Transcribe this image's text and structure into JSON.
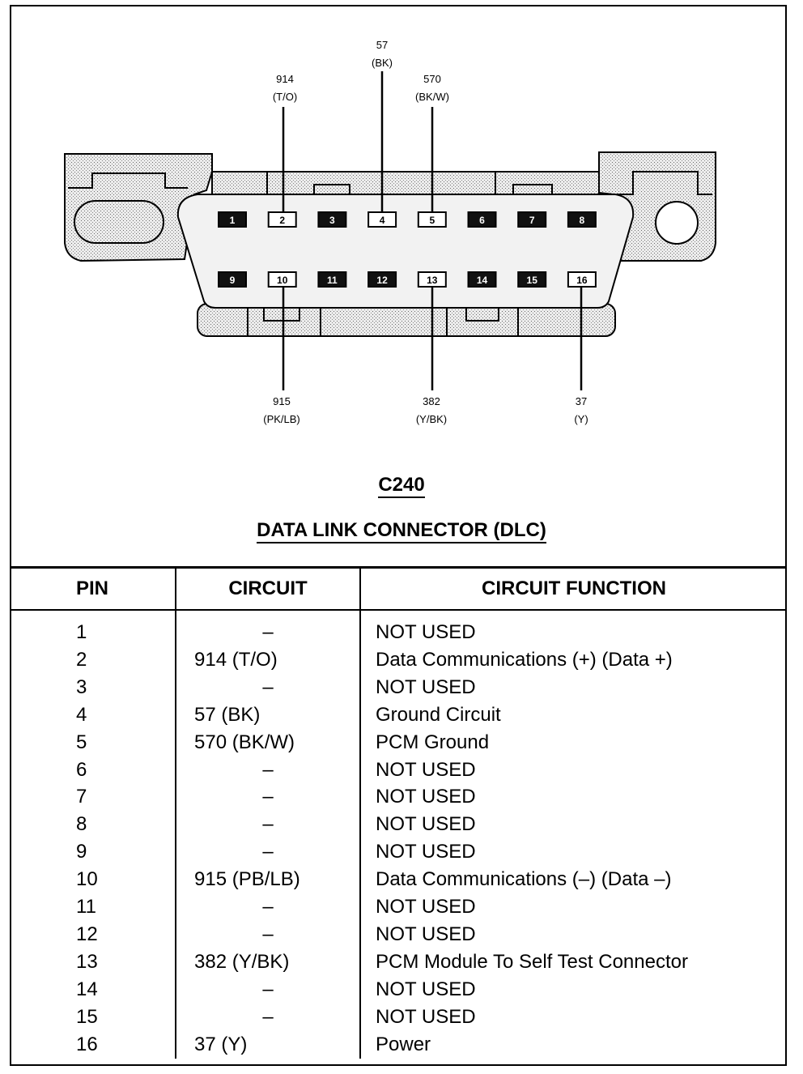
{
  "connector": {
    "id": "C240",
    "title": "DATA LINK CONNECTOR (DLC)",
    "top_row_pins": [
      "1",
      "2",
      "3",
      "4",
      "5",
      "6",
      "7",
      "8"
    ],
    "bottom_row_pins": [
      "9",
      "10",
      "11",
      "12",
      "13",
      "14",
      "15",
      "16"
    ],
    "used_pins": [
      "2",
      "4",
      "5",
      "10",
      "13",
      "16"
    ]
  },
  "wires": {
    "w57": {
      "circuit": "57",
      "color": "(BK)"
    },
    "w914": {
      "circuit": "914",
      "color": "(T/O)"
    },
    "w570": {
      "circuit": "570",
      "color": "(BK/W)"
    },
    "w915": {
      "circuit": "915",
      "color": "(PK/LB)"
    },
    "w382": {
      "circuit": "382",
      "color": "(Y/BK)"
    },
    "w37": {
      "circuit": "37",
      "color": "(Y)"
    }
  },
  "table": {
    "headers": [
      "PIN",
      "CIRCUIT",
      "CIRCUIT FUNCTION"
    ],
    "rows": [
      {
        "pin": "1",
        "circuit": "–",
        "function": "NOT USED"
      },
      {
        "pin": "2",
        "circuit": "914 (T/O)",
        "function": "Data Communications (+) (Data +)"
      },
      {
        "pin": "3",
        "circuit": "–",
        "function": "NOT USED"
      },
      {
        "pin": "4",
        "circuit": "57 (BK)",
        "function": "Ground Circuit"
      },
      {
        "pin": "5",
        "circuit": "570 (BK/W)",
        "function": "PCM Ground"
      },
      {
        "pin": "6",
        "circuit": "–",
        "function": "NOT USED"
      },
      {
        "pin": "7",
        "circuit": "–",
        "function": "NOT USED"
      },
      {
        "pin": "8",
        "circuit": "–",
        "function": "NOT USED"
      },
      {
        "pin": "9",
        "circuit": "–",
        "function": "NOT USED"
      },
      {
        "pin": "10",
        "circuit": "915 (PB/LB)",
        "function": "Data Communications (–) (Data –)"
      },
      {
        "pin": "11",
        "circuit": "–",
        "function": "NOT USED"
      },
      {
        "pin": "12",
        "circuit": "–",
        "function": "NOT USED"
      },
      {
        "pin": "13",
        "circuit": "382 (Y/BK)",
        "function": "PCM Module To Self Test Connector"
      },
      {
        "pin": "14",
        "circuit": "–",
        "function": "NOT USED"
      },
      {
        "pin": "15",
        "circuit": "–",
        "function": "NOT USED"
      },
      {
        "pin": "16",
        "circuit": "37 (Y)",
        "function": "Power"
      }
    ]
  }
}
